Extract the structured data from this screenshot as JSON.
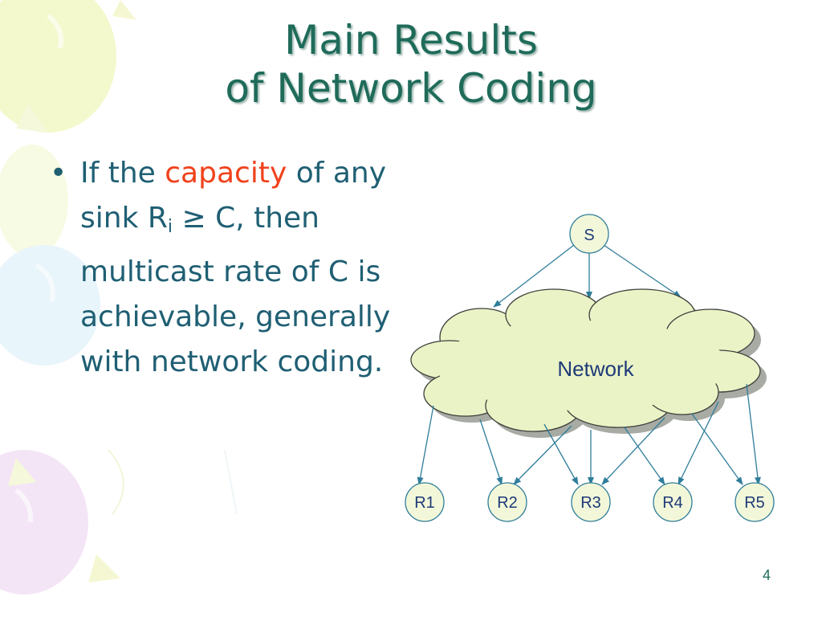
{
  "slide": {
    "title_line1": "Main Results",
    "title_line2": "of Network Coding",
    "page_number": "4"
  },
  "bullet": {
    "marker": "•",
    "text_1": "If the ",
    "capacity_word": "capacity",
    "text_2": " of any sink R",
    "subscript": "i",
    "text_3": " ≥ C, then multicast rate of C is achievable, generally with network coding."
  },
  "diagram": {
    "source_label": "S",
    "network_label": "Network",
    "receivers": [
      "R1",
      "R2",
      "R3",
      "R4",
      "R5"
    ]
  },
  "colors": {
    "title": "#1f6b5a",
    "body_text": "#1f5f73",
    "accent": "#f0421c",
    "node_fill": "#f2f7d9",
    "cloud_fill": "#eaf3c6",
    "edge": "#2f7d9a"
  }
}
